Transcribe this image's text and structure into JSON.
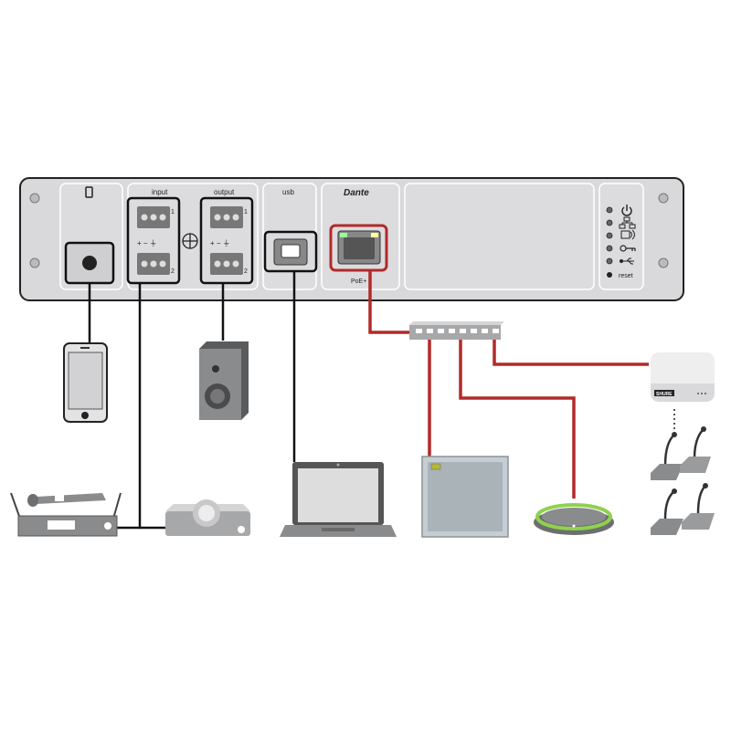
{
  "panel": {
    "sections": {
      "mobile": "",
      "input": "input",
      "output": "output",
      "usb": "usb",
      "dante": "Dante",
      "poe": "PoE+",
      "reset": "reset",
      "pin_labels": "+  −  ⏚",
      "channel_1": "1",
      "channel_2": "2"
    },
    "status_icons": [
      "power-icon",
      "network-icon",
      "audio-network-icon",
      "encryption-key-icon",
      "usb-icon"
    ]
  },
  "devices": {
    "mobile_phone": "smartphone",
    "speaker": "loudspeaker",
    "wireless_mic_receiver": "wireless microphone receiver",
    "projector": "projector",
    "laptop": "laptop",
    "network_switch": "PoE network switch",
    "ceiling_mic": "ceiling array microphone",
    "table_mic": "table array microphone",
    "access_point": "wireless access point",
    "gooseneck_mics": "gooseneck microphones"
  },
  "brand": {
    "ap_badge": "SHURE"
  },
  "colors": {
    "panel": "#d9d9db",
    "outline": "#222222",
    "network_cable": "#b22a2a",
    "led_ring": "#8fd14f",
    "device_gray": "#8a8b8d"
  }
}
